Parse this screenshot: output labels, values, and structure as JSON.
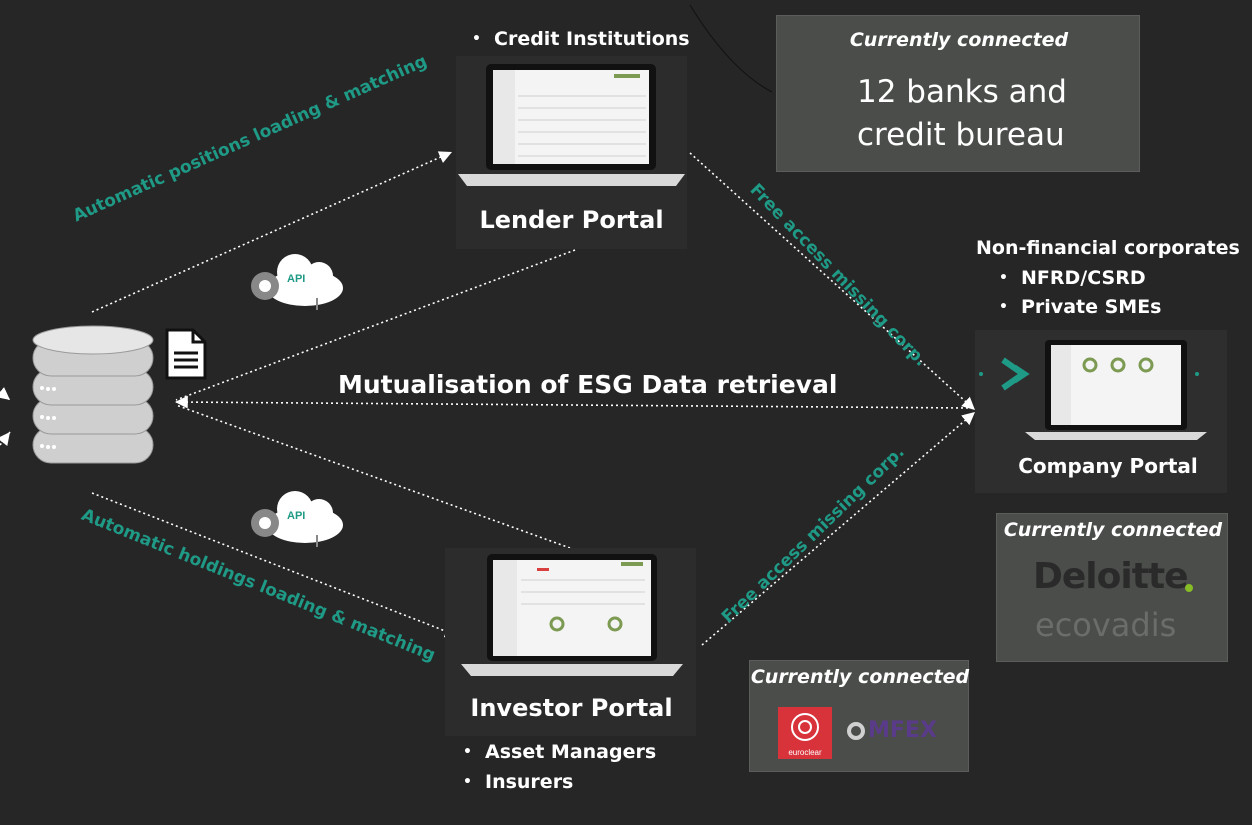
{
  "colors": {
    "background": "#262626",
    "teal": "#1f9a86",
    "panel": "#4a4d4a"
  },
  "lender": {
    "bullets": [
      "Credit Institutions"
    ],
    "title": "Lender Portal",
    "connected_title": "Currently connected",
    "connected_text": "12 banks and credit bureau"
  },
  "company": {
    "heading": "Non-financial corporates",
    "bullets": [
      "NFRD/CSRD",
      "Private SMEs"
    ],
    "title": "Company Portal",
    "connected_title": "Currently connected",
    "logo1": "Deloitte",
    "logo2": "ecovadis"
  },
  "investor": {
    "title": "Investor Portal",
    "bullets": [
      "Asset Managers",
      "Insurers"
    ],
    "connected_title": "Currently connected",
    "logo_euroclear": "euroclear",
    "logo_mfex": "MFEX"
  },
  "flows": {
    "mutualisation": "Mutualisation of ESG Data retrieval",
    "positions": "Automatic positions loading & matching",
    "holdings": "Automatic holdings loading & matching",
    "free_access_top": "Free access missing corp.",
    "free_access_bottom": "Free access missing corp."
  },
  "api": {
    "label_top": "API",
    "label_bottom": "API"
  }
}
